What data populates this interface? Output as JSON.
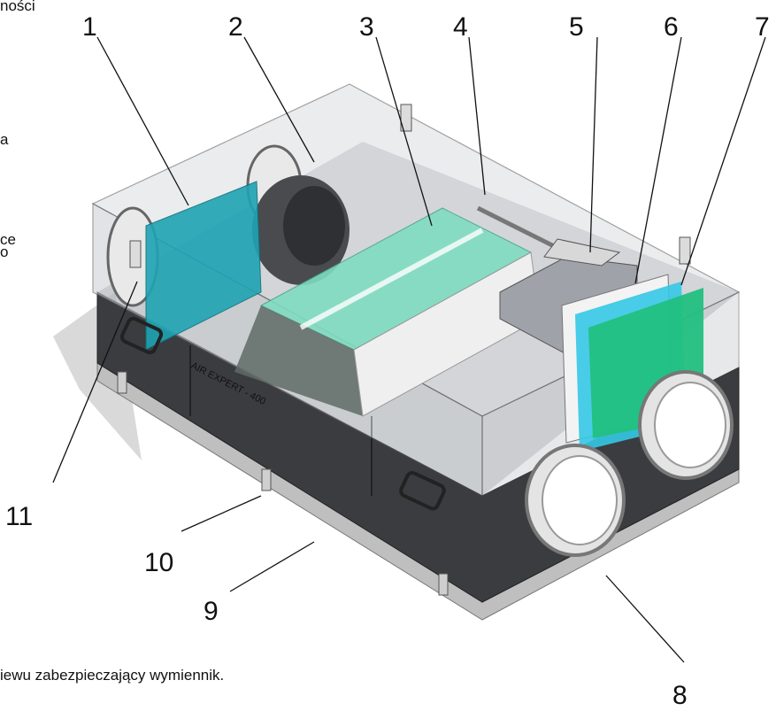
{
  "diagram": {
    "callouts": [
      {
        "id": "1",
        "label": "1"
      },
      {
        "id": "2",
        "label": "2"
      },
      {
        "id": "3",
        "label": "3"
      },
      {
        "id": "4",
        "label": "4"
      },
      {
        "id": "5",
        "label": "5"
      },
      {
        "id": "6",
        "label": "6"
      },
      {
        "id": "7",
        "label": "7"
      },
      {
        "id": "8",
        "label": "8"
      },
      {
        "id": "9",
        "label": "9"
      },
      {
        "id": "10",
        "label": "10"
      },
      {
        "id": "11",
        "label": "11"
      }
    ],
    "left_text_fragments": [
      "ności",
      "a",
      "ce",
      "o"
    ],
    "caption_fragment": "iewu zabezpieczający wymiennik.",
    "unit_marking": "AIR EXPERT - 400"
  },
  "colors": {
    "filter_teal": "#1fa3b3",
    "exchanger_mint": "#7fdcc0",
    "filter_cyan": "#35c8e6",
    "filter_green": "#22c080",
    "housing_dark": "#3b3c3f",
    "lid_transparent": "#c9cdd2"
  }
}
